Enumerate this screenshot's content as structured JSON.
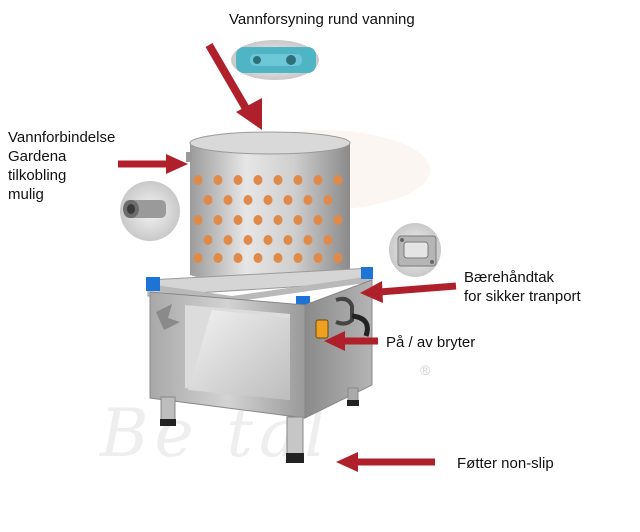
{
  "labels": {
    "water_supply": "Vannforsyning rund vanning",
    "water_connection_lines": [
      "Vannforbindelse",
      "Gardena",
      "tilkobling",
      "mulig"
    ],
    "handle_lines": [
      "Bærehåndtak",
      "for sikker tranport"
    ],
    "switch": "På / av bryter",
    "feet": "Føtter non-slip"
  },
  "watermark": {
    "text": "Be tal",
    "registered_mark": "®"
  },
  "colors": {
    "arrow": "#b0202a",
    "steel": "#c4c4c4",
    "steel_dark": "#8e8e8e",
    "finger": "#e08a4a",
    "corner_blue": "#1e73d6",
    "inset_teal": "#4fb4c4"
  },
  "icons": {
    "arrow": "arrow-icon",
    "inset_nozzle": "water-nozzle-icon",
    "inset_connector": "hose-connector-icon",
    "inset_handle": "carry-handle-icon"
  }
}
